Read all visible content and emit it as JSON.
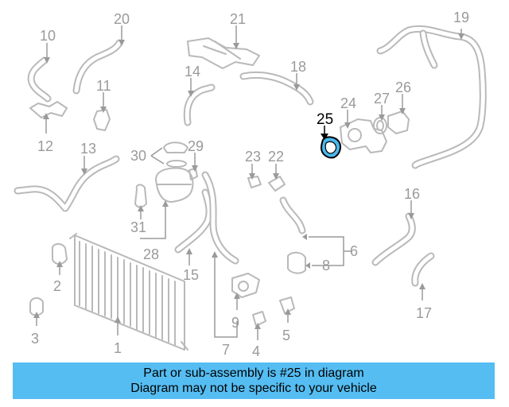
{
  "callouts": {
    "c1": "1",
    "c2": "2",
    "c3": "3",
    "c4": "4",
    "c5": "5",
    "c6": "6",
    "c7": "7",
    "c8": "8",
    "c9": "9",
    "c10": "10",
    "c11": "11",
    "c12": "12",
    "c13": "13",
    "c14": "14",
    "c15": "15",
    "c16": "16",
    "c17": "17",
    "c18": "18",
    "c19": "19",
    "c20": "20",
    "c21": "21",
    "c22": "22",
    "c23": "23",
    "c24": "24",
    "c25": "25",
    "c26": "26",
    "c27": "27",
    "c28": "28",
    "c29": "29",
    "c30": "30",
    "c31": "31"
  },
  "highlighted_part": "25",
  "colors": {
    "highlight": "#4ab8ee",
    "banner": "#55bdf2",
    "part_outline": "#b9b9b9"
  },
  "banner": {
    "line1": "Part or sub-assembly is #25 in diagram",
    "line2": "Diagram may not be specific to your vehicle"
  }
}
